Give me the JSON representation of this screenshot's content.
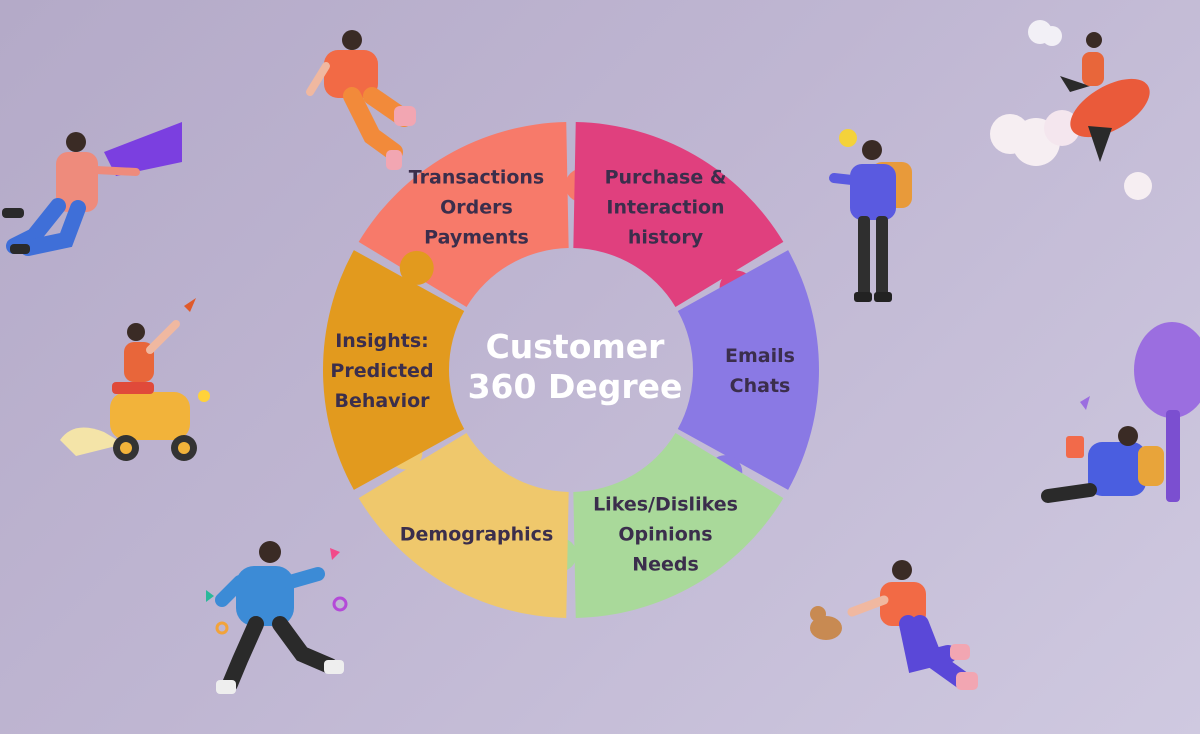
{
  "center": {
    "line1": "Customer",
    "line2": "360 Degree"
  },
  "segments": [
    {
      "lines": [
        "Transactions",
        "Orders",
        "Payments"
      ],
      "color": "#f77a6a"
    },
    {
      "lines": [
        "Purchase &",
        "Interaction",
        "history"
      ],
      "color": "#e0407e"
    },
    {
      "lines": [
        "Emails",
        "Chats"
      ],
      "color": "#8a79e4"
    },
    {
      "lines": [
        "Likes/Dislikes",
        "Opinions",
        "Needs"
      ],
      "color": "#a9d99a"
    },
    {
      "lines": [
        "Demographics"
      ],
      "color": "#efc86c"
    },
    {
      "lines": [
        "Insights:",
        "Predicted",
        "Behavior"
      ],
      "color": "#e29a1e"
    }
  ],
  "colors": {
    "background": "#bcb3cf",
    "center_text": "#ffffff",
    "label_text": "#3b2e4c"
  }
}
